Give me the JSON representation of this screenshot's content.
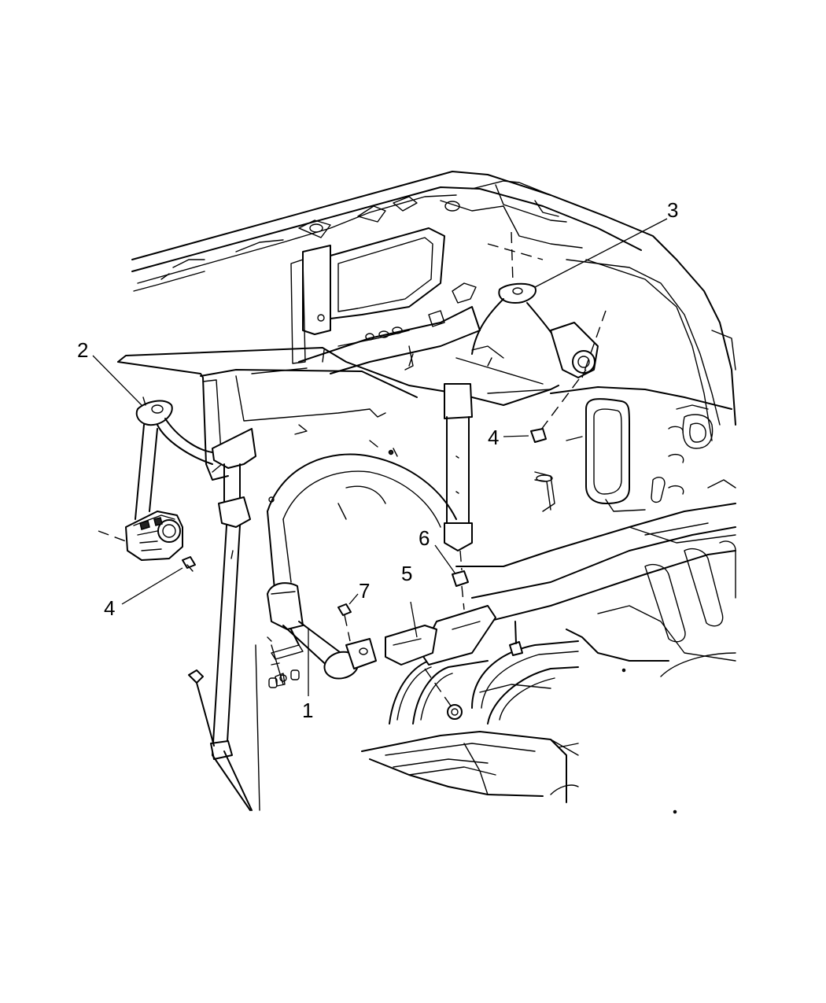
{
  "callouts": [
    {
      "id": "1",
      "text": "1",
      "part": "seat-belt-buckle"
    },
    {
      "id": "2",
      "text": "2",
      "part": "shoulder-belt-retractor"
    },
    {
      "id": "3",
      "text": "3",
      "part": "upper-anchor-guide"
    },
    {
      "id": "4a",
      "text": "4",
      "part": "bolt-upper"
    },
    {
      "id": "4b",
      "text": "4",
      "part": "bolt-retractor"
    },
    {
      "id": "5",
      "text": "5",
      "part": "buckle-bracket"
    },
    {
      "id": "6",
      "text": "6",
      "part": "nut"
    },
    {
      "id": "7",
      "text": "7",
      "part": "bolt-buckle"
    }
  ]
}
